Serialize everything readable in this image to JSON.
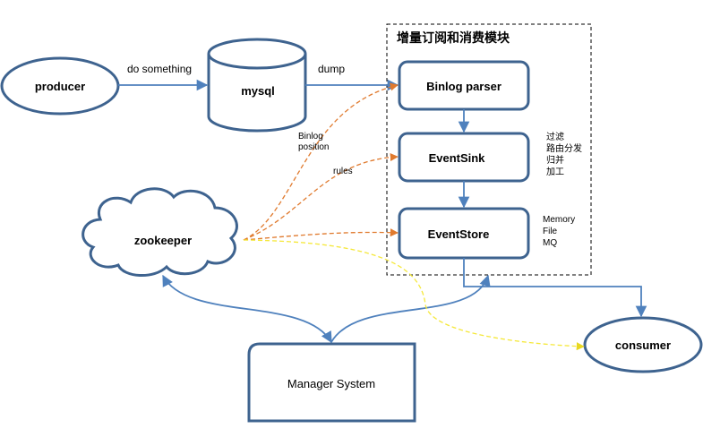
{
  "diagram": {
    "module_title": "增量订阅和消费模块",
    "nodes": {
      "producer": "producer",
      "mysql": "mysql",
      "binlog_parser": "Binlog parser",
      "event_sink": "EventSink",
      "event_store": "EventStore",
      "zookeeper": "zookeeper",
      "consumer": "consumer",
      "manager_system": "Manager System"
    },
    "edges": {
      "producer_to_mysql": "do something",
      "mysql_to_parser": "dump",
      "binlog_position_line1": "Binlog",
      "binlog_position_line2": "position",
      "rules": "rules"
    },
    "notes": {
      "sink": [
        "过滤",
        "路由分发",
        "归并",
        "加工"
      ],
      "store": [
        "Memory",
        "File",
        "MQ"
      ]
    },
    "colors": {
      "node_stroke": "#3E638F",
      "arrow": "#4F81BD",
      "dashed_orange": "#E07A2E",
      "dashed_yellow": "#F5E83A",
      "module_border": "#000000"
    }
  }
}
